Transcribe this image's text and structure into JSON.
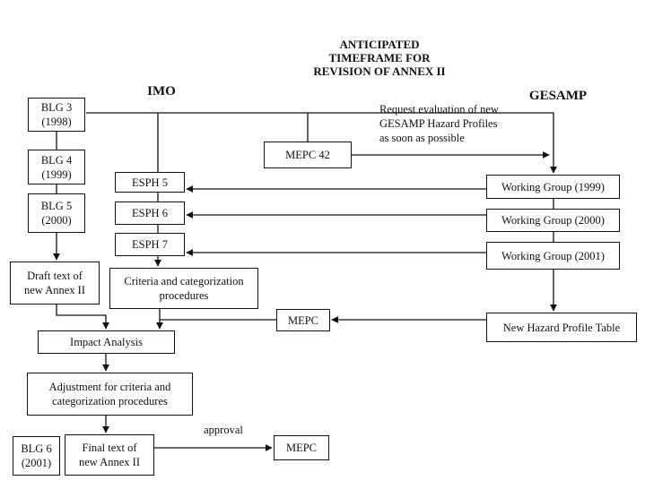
{
  "title": {
    "line1": "ANTICIPATED",
    "line2": "TIMEFRAME FOR",
    "line3": "REVISION OF ANNEX II"
  },
  "columns": {
    "imo": "IMO",
    "gesamp": "GESAMP"
  },
  "note": {
    "line1": "Request evaluation of new",
    "line2": "GESAMP Hazard Profiles",
    "line3": "as soon as possible"
  },
  "approval": "approval",
  "boxes": {
    "blg3": {
      "line1": "BLG 3",
      "line2": "(1998)"
    },
    "blg4": {
      "line1": "BLG 4",
      "line2": "(1999)"
    },
    "blg5": {
      "line1": "BLG 5",
      "line2": "(2000)"
    },
    "blg6": {
      "line1": "BLG 6",
      "line2": "(2001)"
    },
    "mepc42": "MEPC 42",
    "esph5": "ESPH 5",
    "esph6": "ESPH 6",
    "esph7": "ESPH 7",
    "wg1999": "Working Group (1999)",
    "wg2000": "Working Group (2000)",
    "wg2001": "Working Group (2001)",
    "draft": {
      "line1": "Draft text of",
      "line2": "new  Annex II"
    },
    "criteria": {
      "line1": "Criteria and categorization",
      "line2": "procedures"
    },
    "mepc_mid": "MEPC",
    "hazard": "New Hazard Profile Table",
    "impact": "Impact Analysis",
    "adjust": {
      "line1": "Adjustment for criteria  and",
      "line2": "categorization procedures"
    },
    "final": {
      "line1": "Final text of",
      "line2": "new Annex II"
    },
    "mepc_final": "MEPC"
  }
}
